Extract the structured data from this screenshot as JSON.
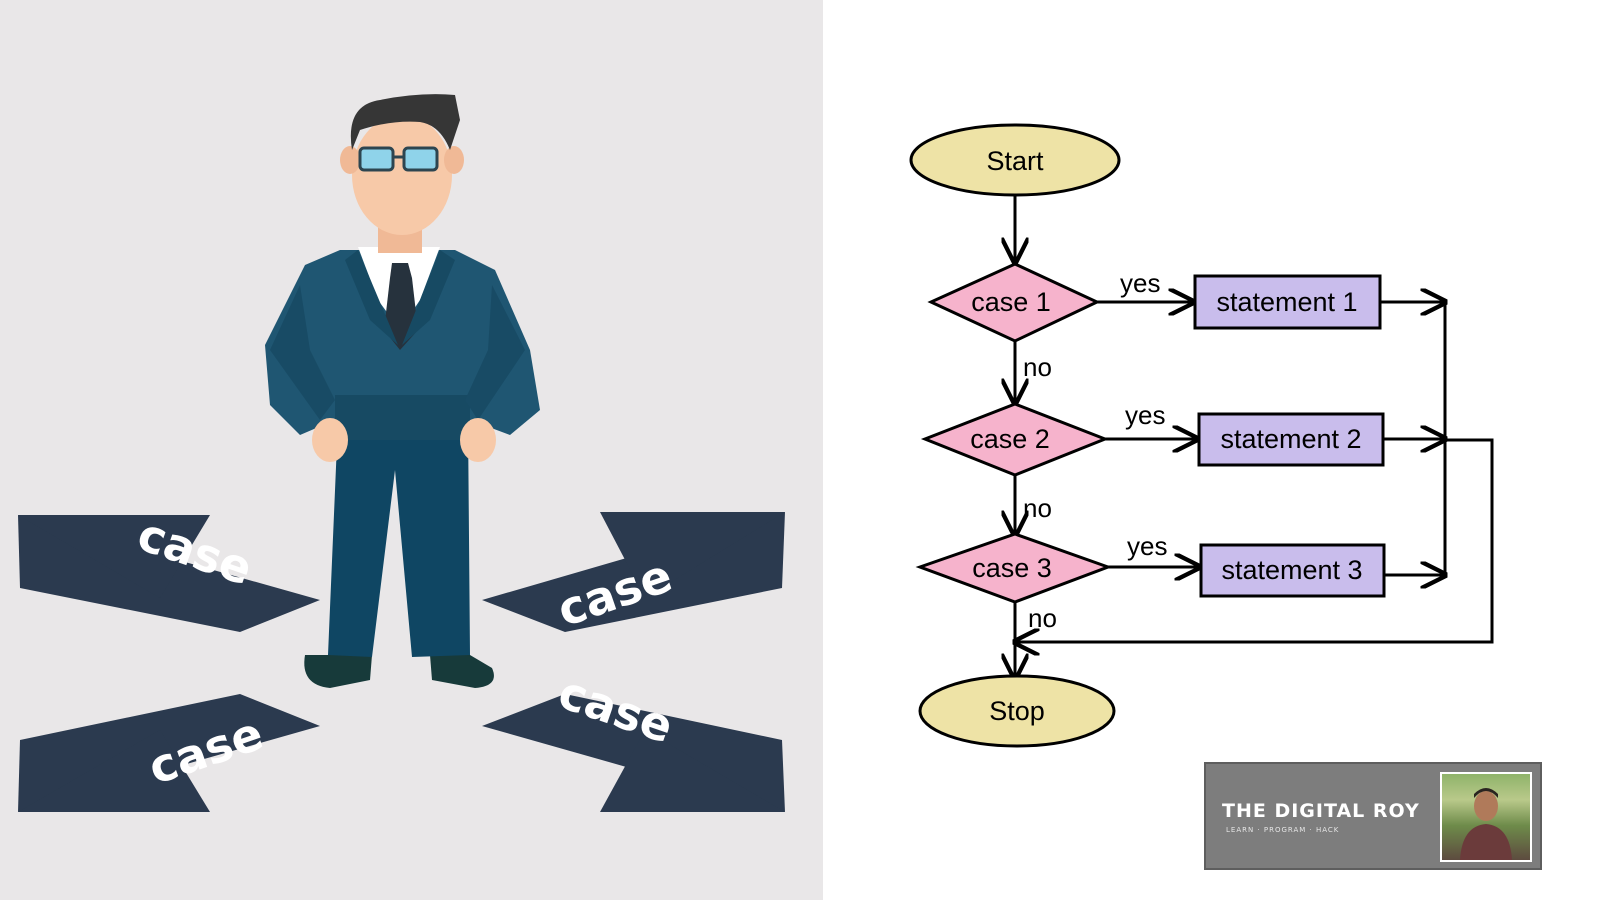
{
  "illustration": {
    "arrow_words": [
      "case",
      "case",
      "case",
      "case"
    ],
    "colors": {
      "background": "#e9e7e8",
      "arrow": "#2b3a4f",
      "suit": "#1f5672",
      "skin": "#f7c9a8",
      "hair": "#363636",
      "glasses": "#8fd3ea"
    }
  },
  "flowchart": {
    "nodes": {
      "start": "Start",
      "stop": "Stop",
      "case1": "case 1",
      "case2": "case 2",
      "case3": "case 3",
      "stmt1": "statement 1",
      "stmt2": "statement 2",
      "stmt3": "statement 3"
    },
    "edge_labels": {
      "yes1": "yes",
      "yes2": "yes",
      "yes3": "yes",
      "no1": "no",
      "no2": "no",
      "no3": "no"
    },
    "colors": {
      "terminal_fill": "#eee3a6",
      "decision_fill": "#f6b3cc",
      "process_fill": "#c9bdec",
      "line": "#000000"
    }
  },
  "brand": {
    "name": "THE DIGITAL ROY",
    "tagline": "LEARN · PROGRAM · HACK"
  }
}
